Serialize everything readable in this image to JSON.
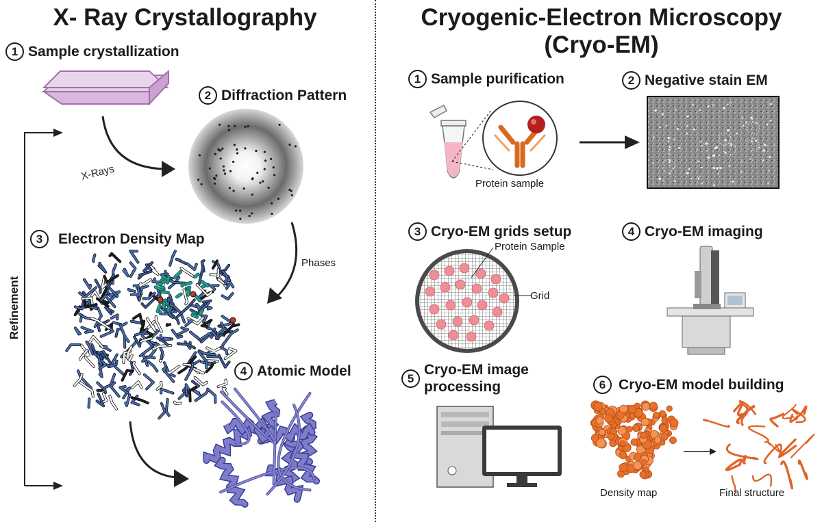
{
  "left": {
    "title": "X- Ray Crystallography",
    "steps": [
      {
        "num": "1",
        "label": "Sample crystallization"
      },
      {
        "num": "2",
        "label": "Diffraction Pattern"
      },
      {
        "num": "3",
        "label": "Electron Density Map"
      },
      {
        "num": "4",
        "label": "Atomic Model"
      }
    ],
    "arrow_labels": {
      "xrays": "X-Rays",
      "phases": "Phases",
      "refinement": "Refinement"
    }
  },
  "right": {
    "title_line1": "Cryogenic-Electron Microscopy",
    "title_line2": "(Cryo-EM)",
    "steps": [
      {
        "num": "1",
        "label": "Sample purification"
      },
      {
        "num": "2",
        "label": "Negative stain EM"
      },
      {
        "num": "3",
        "label": "Cryo-EM grids setup"
      },
      {
        "num": "4",
        "label": "Cryo-EM imaging"
      },
      {
        "num": "5",
        "label_line1": "Cryo-EM image",
        "label_line2": "processing"
      },
      {
        "num": "6",
        "label": "Cryo-EM model building"
      }
    ],
    "labels": {
      "protein_sample": "Protein sample",
      "protein_sample_grid": "Protein Sample",
      "grid": "Grid",
      "density_map": "Density map",
      "final_structure": "Final structure"
    }
  },
  "colors": {
    "crystal_fill": "#d9b8de",
    "crystal_stroke": "#a070a8",
    "density_blue": "#4a6fb8",
    "model_purple": "#6f6fbf",
    "cryo_orange": "#e8702a",
    "antibody_orange": "#e07d2e",
    "drop_pink": "#ee8f97"
  }
}
